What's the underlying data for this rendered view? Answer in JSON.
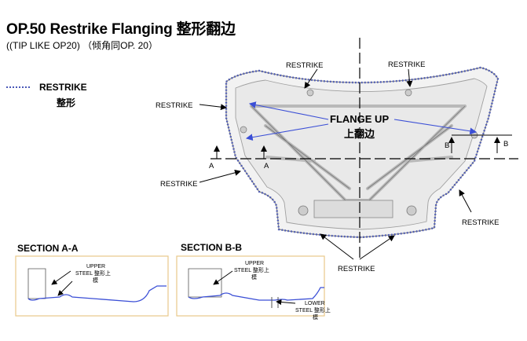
{
  "header": {
    "title": "OP.50 Restrike Flanging 整形翻边",
    "subtitle": "((TIP LIKE OP20) （倾角同OP. 20）"
  },
  "legend": {
    "label_en": "RESTRIKE",
    "label_cn": "整形",
    "line_color": "#4a58b8"
  },
  "callouts": {
    "restrike": "RESTRIKE",
    "flange_up_en": "FLANGE UP",
    "flange_up_cn": "上翻边",
    "a": "A",
    "b": "B"
  },
  "sections": {
    "aa_title": "SECTION A-A",
    "bb_title": "SECTION B-B",
    "upper_steel_1": "UPPER",
    "upper_steel_2": "STEEL 整形上",
    "upper_steel_3": "模",
    "lower_steel_1": "LOWER",
    "lower_steel_2": "STEEL 整形上",
    "lower_steel_3": "模"
  },
  "colors": {
    "restrike_dots": "#4a58b8",
    "flange_arrow": "#3b4fd6",
    "section_box_border": "#e8c98a",
    "panel_line": "#8a8a8a"
  }
}
